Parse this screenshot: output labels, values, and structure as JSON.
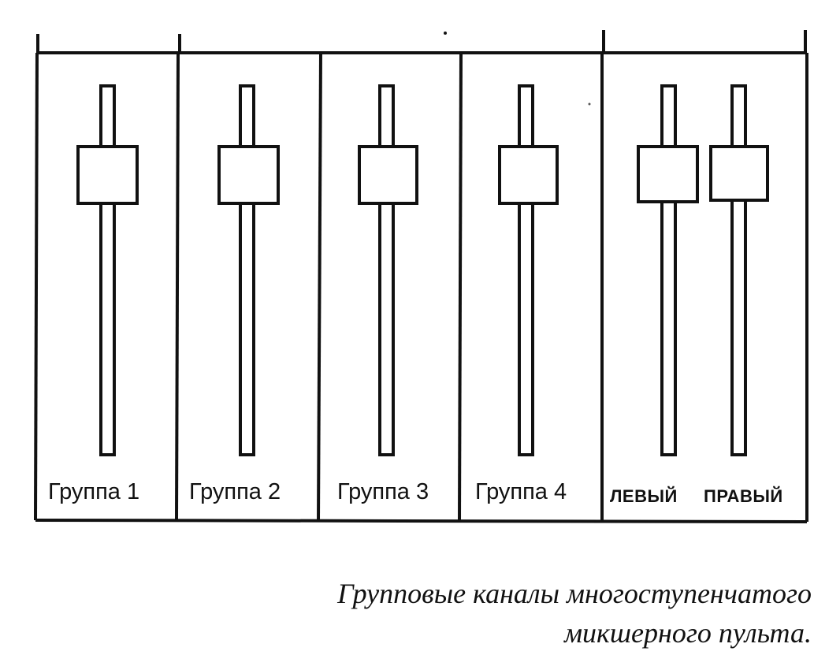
{
  "channels": {
    "group1_label": "Группа 1",
    "group2_label": "Группа 2",
    "group3_label": "Группа 3",
    "group4_label": "Группа 4",
    "left_label": "ЛЕВЫЙ",
    "right_label": "ПРАВЫЙ"
  },
  "caption": {
    "line1": "Групповые каналы многоступенчатого",
    "line2": "микшерного пульта."
  },
  "colors": {
    "ink": "#111111",
    "paper": "#ffffff"
  }
}
